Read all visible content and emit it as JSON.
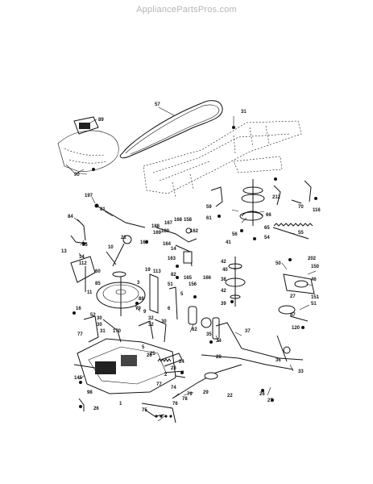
{
  "header": {
    "watermark": "AppliancePartsPros.com"
  },
  "callouts": [
    "57",
    "31",
    "89",
    "90",
    "197",
    "81",
    "84",
    "85",
    "13",
    "14",
    "112",
    "60",
    "11",
    "85",
    "188",
    "167",
    "168",
    "158",
    "164",
    "162",
    "14",
    "163",
    "113",
    "82",
    "165",
    "156",
    "166",
    "19",
    "51",
    "3",
    "79",
    "5",
    "6",
    "62",
    "35",
    "34",
    "37",
    "39",
    "40",
    "42",
    "38",
    "42",
    "36",
    "41",
    "56",
    "54",
    "55",
    "59",
    "61",
    "65",
    "66",
    "70",
    "116",
    "212",
    "202",
    "150",
    "46",
    "50",
    "27",
    "47",
    "151",
    "51",
    "120",
    "16",
    "52",
    "30",
    "30",
    "32",
    "32",
    "31",
    "30",
    "170",
    "77",
    "5",
    "26",
    "25",
    "24",
    "23",
    "2",
    "77",
    "145",
    "74",
    "79",
    "78",
    "76",
    "75",
    "98",
    "26",
    "1",
    "28",
    "29",
    "22",
    "33",
    "26",
    "27",
    "88",
    "9",
    "10",
    "21",
    "169",
    "169",
    "180"
  ]
}
